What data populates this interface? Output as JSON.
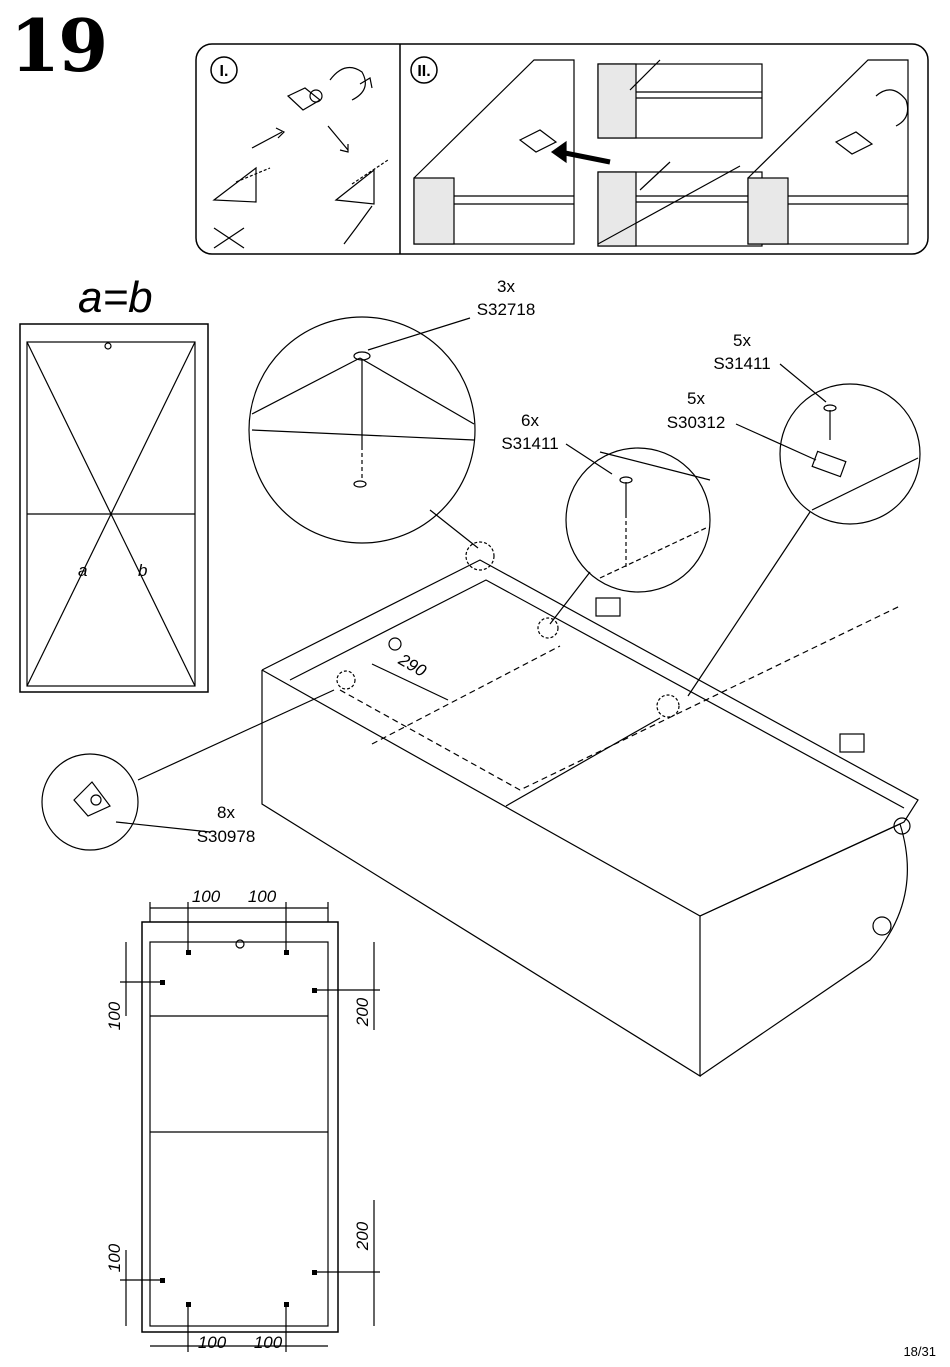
{
  "step": {
    "number": "19"
  },
  "insets": {
    "panel_one": {
      "label": "I."
    },
    "panel_two": {
      "label": "II."
    }
  },
  "frame_check": {
    "title": "a=b",
    "diagonal_a": "a",
    "diagonal_b": "b"
  },
  "callouts": {
    "screw_long": {
      "qty": "3x",
      "code": "S32718"
    },
    "screw_mid": {
      "qty": "6x",
      "code": "S31411"
    },
    "screw_right": {
      "qty": "5x",
      "code": "S31411"
    },
    "plate_right": {
      "qty": "5x",
      "code": "S30312"
    },
    "corner_bracket": {
      "qty": "8x",
      "code": "S30978"
    }
  },
  "dimensions": {
    "shelf_offset": "290",
    "top_left": "100",
    "top_right": "100",
    "left_upper": "100",
    "right_upper": "200",
    "left_lower": "100",
    "right_lower": "200",
    "bottom_left": "100",
    "bottom_right": "100"
  },
  "footer": {
    "page": "18/31"
  }
}
